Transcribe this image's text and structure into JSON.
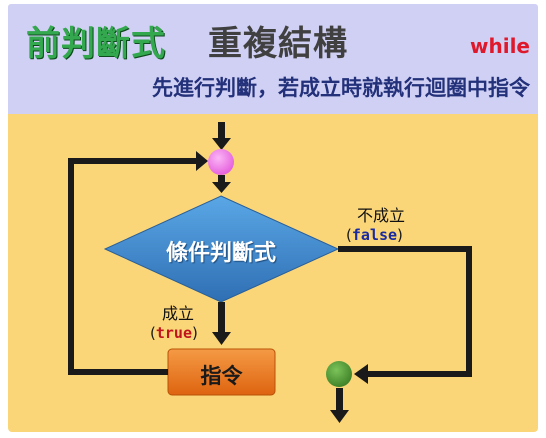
{
  "header": {
    "title_part1": "前判斷式",
    "title_part2": "重複結構",
    "keyword": "while",
    "subtitle": "先進行判斷，若成立時就執行迴圈中指令"
  },
  "flow": {
    "condition": "條件判斷式",
    "true_label": "成立",
    "true_code": "true",
    "false_label": "不成立",
    "false_code": "false",
    "action": "指令"
  },
  "colors": {
    "header_bg": "#cfd0f3",
    "panel_bg": "#fbd679",
    "title_green": "#33a84e",
    "keyword_red": "#e0182b",
    "subtitle_blue": "#23307a",
    "diamond_blue": "#3f88cc",
    "action_orange": "#ee7a1e",
    "node_pink": "#f27bea",
    "node_green": "#4e9a33",
    "true_code_color": "#c0151d",
    "false_code_color": "#1a2aa0"
  }
}
